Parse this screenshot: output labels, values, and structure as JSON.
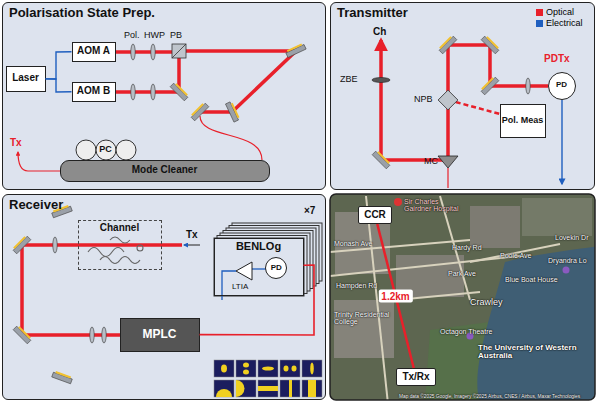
{
  "diagram": {
    "nodes": [
      {
        "text": [
          "Polarisation State Prep."
        ]
      },
      {
        "text": [
          "Laser"
        ],
        "in": 0
      },
      {
        "text": [
          "AOM A"
        ],
        "in": 0
      },
      {
        "text": [
          "AOM B"
        ],
        "in": 0
      },
      {
        "text": [
          "Mode Cleaner"
        ],
        "in": 0
      },
      {
        "text": [
          "PC"
        ],
        "in": 0
      },
      {
        "text": [
          "Transmitter"
        ]
      },
      {
        "text": [
          "PD"
        ],
        "in": 6
      },
      {
        "text": [
          "Pol. Meas"
        ],
        "in": 6
      },
      {
        "text": [
          "Receiver"
        ]
      },
      {
        "text": [
          "Channel"
        ],
        "in": 9
      },
      {
        "text": [
          "BENLOg"
        ],
        "in": 9
      },
      {
        "text": [
          "PD"
        ],
        "in": 11
      },
      {
        "text": [
          "MPLC"
        ],
        "in": 9
      },
      {
        "text": [
          "CCR"
        ]
      },
      {
        "text": [
          "Tx/Rx"
        ]
      }
    ],
    "edges": [
      {
        "from": 1,
        "to": 2,
        "arrow": "none"
      },
      {
        "from": 1,
        "to": 3,
        "arrow": "none"
      },
      {
        "from": 11,
        "to": 13,
        "arrow": "none"
      },
      {
        "from": 14,
        "to": 15,
        "label": "1.2km",
        "arrow": "none"
      }
    ],
    "labels": [
      "Pol.",
      "HWP",
      "PB",
      "Tx",
      "Ch",
      "ZBE",
      "NPB",
      "MC",
      "PDTx",
      "Tx",
      "×7",
      "LTIA",
      "Sir Charles Gairdner Hospital",
      "Monash Ave",
      "Hampden Rd",
      "Hardy Rd",
      "Poole Ave",
      "Lovekin Dr",
      "Dryandra Lo",
      "Park Ave",
      "Blue Boat House",
      "Crawley",
      "Trinity Residential College",
      "Octagon Theatre",
      "The University of Western Australia",
      "Map data ©2025 Google, Imagery ©2025 Airbus, CNES / Airbus, Maxar Technologies"
    ],
    "legend": [
      {
        "text": "Optical",
        "color": "#e8202a"
      },
      {
        "text": "Electrical",
        "color": "#1f5fbf"
      }
    ]
  }
}
